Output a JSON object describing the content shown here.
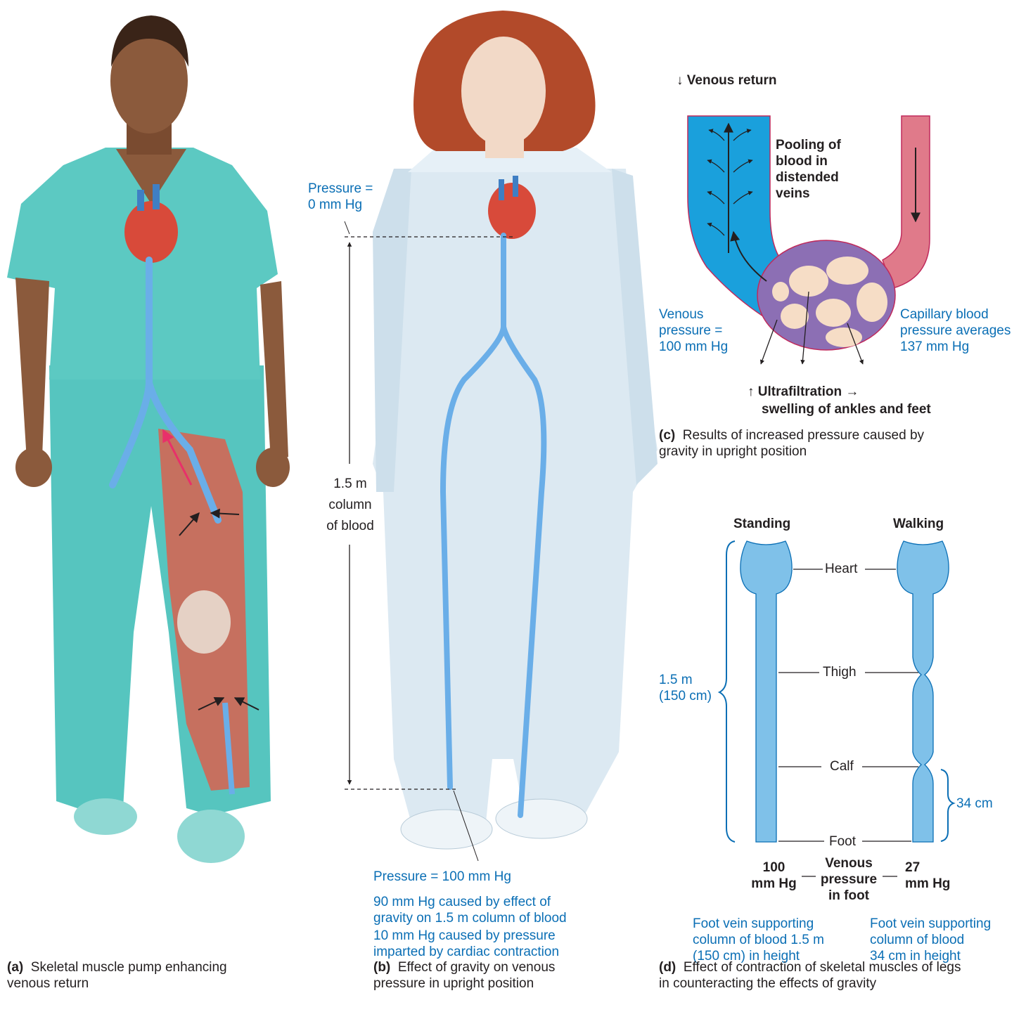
{
  "panel_a": {
    "caption_letter": "(a)",
    "caption_line1": "Skeletal muscle pump enhancing",
    "caption_line2": "venous return"
  },
  "panel_b": {
    "pressure_top_line1": "Pressure =",
    "pressure_top_line2": "0 mm Hg",
    "column_line1": "1.5 m",
    "column_line2": "column",
    "column_line3": "of blood",
    "pressure_bottom": "Pressure = 100 mm Hg",
    "note1_line1": "90 mm Hg caused by effect of",
    "note1_line2": "gravity on 1.5 m column of blood",
    "note2_line1": "10 mm Hg caused by pressure",
    "note2_line2": "imparted by cardiac contraction",
    "caption_letter": "(b)",
    "caption_line1": "Effect of gravity on venous",
    "caption_line2": "pressure in upright position"
  },
  "panel_c": {
    "venous_return": "↓ Venous return",
    "pooling_line1": "Pooling of",
    "pooling_line2": "blood in",
    "pooling_line3": "distended",
    "pooling_line4": "veins",
    "venous_pressure_line1": "Venous",
    "venous_pressure_line2": "pressure =",
    "venous_pressure_line3": "100 mm Hg",
    "capillary_line1": "Capillary blood",
    "capillary_line2": "pressure averages",
    "capillary_line3": "137 mm Hg",
    "ultra_line1": "↑ Ultrafiltration →",
    "ultra_line2": "swelling of ankles and feet",
    "caption_letter": "(c)",
    "caption_line1": "Results of increased pressure caused by",
    "caption_line2": "gravity in upright position"
  },
  "panel_d": {
    "standing": "Standing",
    "walking": "Walking",
    "heart": "Heart",
    "thigh": "Thigh",
    "calf": "Calf",
    "foot": "Foot",
    "height_line1": "1.5 m",
    "height_line2": "(150 cm)",
    "short_height": "34 cm",
    "standing_pressure_line1": "100",
    "standing_pressure_line2": "mm Hg",
    "center_line1": "Venous",
    "center_line2": "pressure",
    "center_line3": "in foot",
    "walking_pressure_line1": "27",
    "walking_pressure_line2": "mm Hg",
    "standing_note_line1": "Foot vein supporting",
    "standing_note_line2": "column of blood 1.5 m",
    "standing_note_line3": "(150 cm) in height",
    "walking_note_line1": "Foot vein supporting",
    "walking_note_line2": "column of blood",
    "walking_note_line3": "34 cm in height",
    "caption_letter": "(d)",
    "caption_line1": "Effect of contraction of skeletal muscles of legs",
    "caption_line2": "in counteracting the effects of gravity"
  },
  "colors": {
    "label_blue": "#0b6fb5",
    "vein_blue": "#1aa0dc",
    "artery_red": "#e07a8a",
    "scrubs_teal": "#56c5bf",
    "gown_white": "#dce9f2",
    "vessel_light_blue": "#7fc1e9",
    "skin": "#8b5a3c"
  }
}
